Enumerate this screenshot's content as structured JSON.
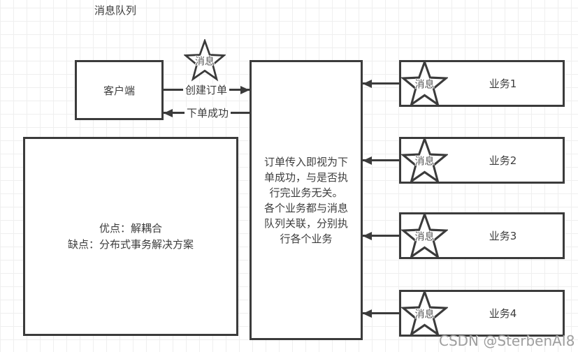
{
  "title": "消息队列",
  "colors": {
    "stroke": "#3b3b3b",
    "text": "#3d3d3d",
    "grid": "#efefef",
    "watermark": "#9e9e9e"
  },
  "client_box": {
    "label": "客户端"
  },
  "notes_box": {
    "lines": [
      "优点：解耦合",
      "缺点：分布式事务解决方案"
    ]
  },
  "queue_box": {
    "text": "订单传入即视为下\n单成功，与是否执\n行完业务无关。\n各个业务都与消息\n队列关联，分别执\n行各个业务"
  },
  "edges": {
    "create_order": "创建订单",
    "order_success": "下单成功"
  },
  "star_label": "消息",
  "businesses": [
    {
      "label": "业务1"
    },
    {
      "label": "业务2"
    },
    {
      "label": "业务3"
    },
    {
      "label": "业务4"
    }
  ],
  "watermark": "CSDN @SterbenAI8"
}
